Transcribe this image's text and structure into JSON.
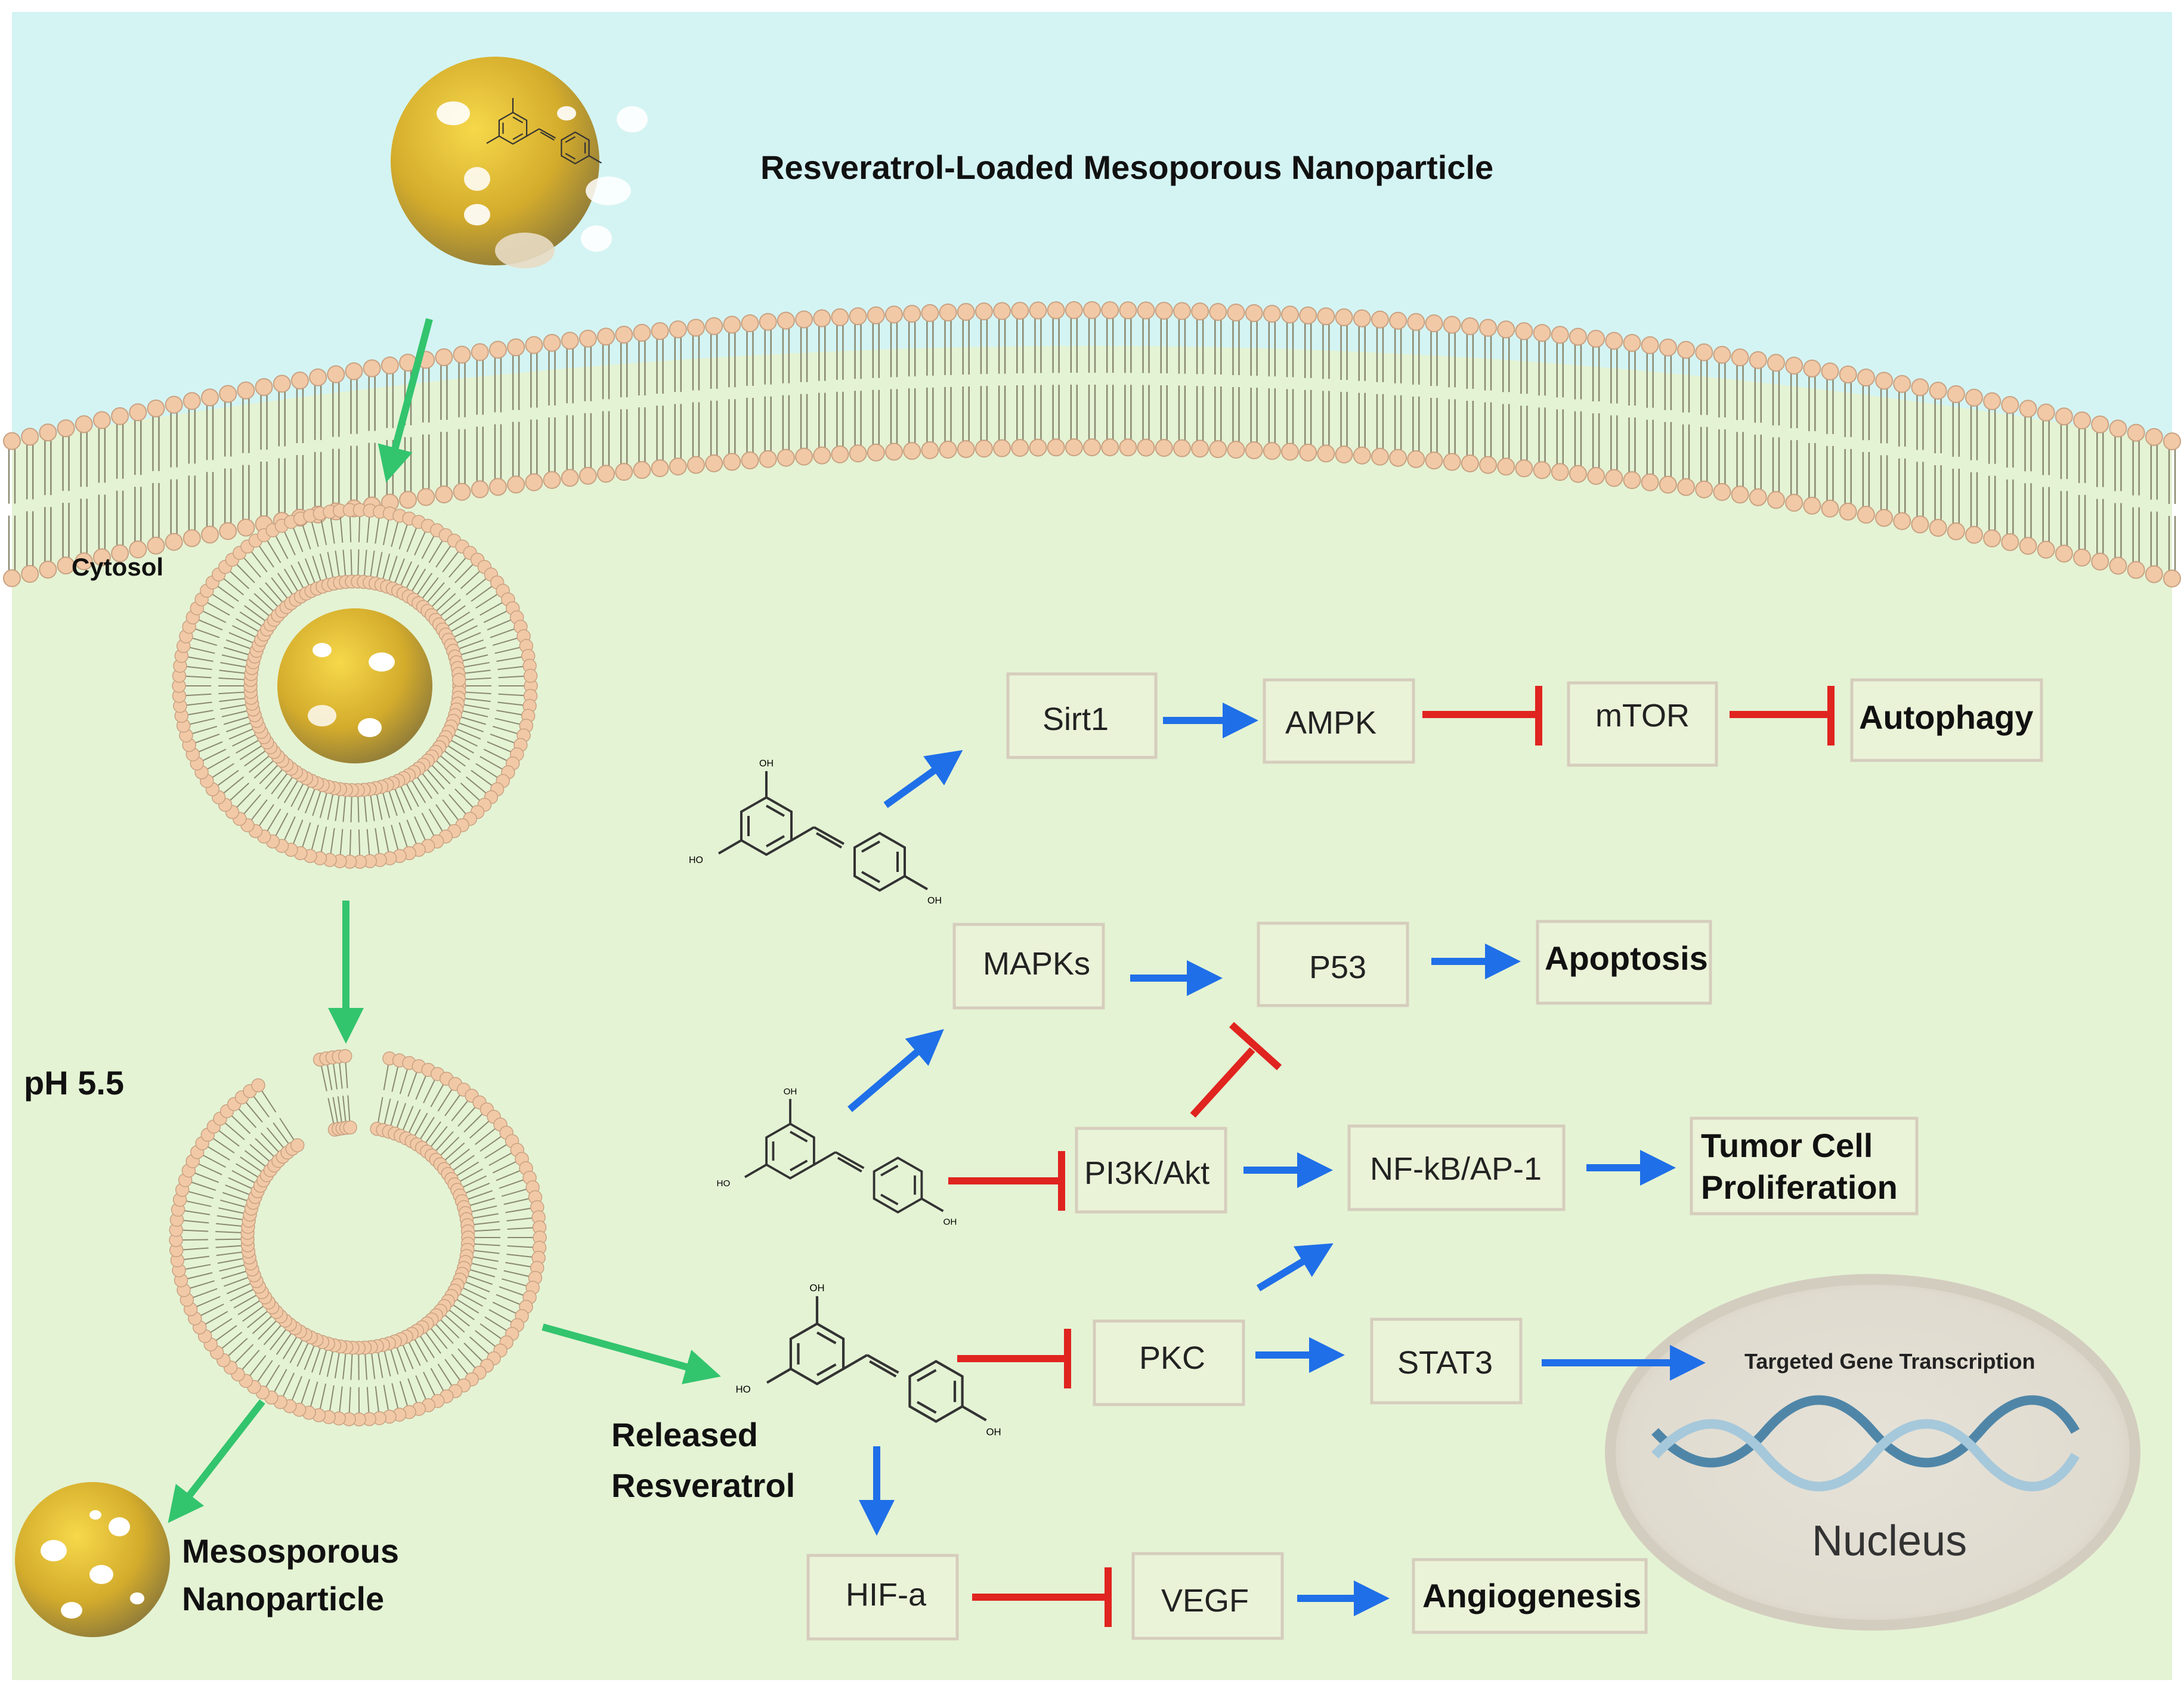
{
  "title": "Resveratrol-Loaded Mesoporous Nanoparticle",
  "compartments": {
    "cytosol": "Cytosol",
    "ph": "pH 5.5",
    "released": [
      "Released",
      "Resveratrol"
    ],
    "mesoporous": [
      "Mesosporous",
      "Nanoparticle"
    ],
    "nucleus": "Nucleus",
    "transcription": "Targeted Gene Transcription"
  },
  "nodes": {
    "sirt1": "Sirt1",
    "ampk": "AMPK",
    "mtor": "mTOR",
    "autophagy": "Autophagy",
    "mapks": "MAPKs",
    "p53": "P53",
    "apoptosis": "Apoptosis",
    "pi3k": "PI3K/Akt",
    "nfkb": "NF-kB/AP-1",
    "tumor": [
      "Tumor Cell",
      "Proliferation"
    ],
    "pkc": "PKC",
    "stat3": "STAT3",
    "hif": "HIF-a",
    "vegf": "VEGF",
    "angiogenesis": "Angiogenesis"
  },
  "molecule_labels": {
    "oh": "OH",
    "ho": "HO"
  },
  "colors": {
    "extracellular": "#d4f4f3",
    "cytosol": "#e4f3d4",
    "activation": "#1f6fe8",
    "inhibition": "#e0241f",
    "process": "#33c46e",
    "lipid_head": "#f2c9a7",
    "nanoparticle": "#d9b232"
  },
  "edges": [
    {
      "from": "resveratrol",
      "to": "sirt1",
      "type": "activation"
    },
    {
      "from": "sirt1",
      "to": "ampk",
      "type": "activation"
    },
    {
      "from": "ampk",
      "to": "mtor",
      "type": "inhibition"
    },
    {
      "from": "mtor",
      "to": "autophagy",
      "type": "inhibition"
    },
    {
      "from": "resveratrol",
      "to": "mapks",
      "type": "activation"
    },
    {
      "from": "mapks",
      "to": "p53",
      "type": "activation"
    },
    {
      "from": "p53",
      "to": "apoptosis",
      "type": "activation"
    },
    {
      "from": "resveratrol",
      "to": "pi3k",
      "type": "inhibition"
    },
    {
      "from": "pi3k",
      "to": "p53",
      "type": "inhibition"
    },
    {
      "from": "pi3k",
      "to": "nfkb",
      "type": "activation"
    },
    {
      "from": "nfkb",
      "to": "tumor",
      "type": "activation"
    },
    {
      "from": "resveratrol",
      "to": "pkc",
      "type": "inhibition"
    },
    {
      "from": "pkc",
      "to": "nfkb",
      "type": "activation"
    },
    {
      "from": "pkc",
      "to": "stat3",
      "type": "activation"
    },
    {
      "from": "stat3",
      "to": "transcription",
      "type": "activation"
    },
    {
      "from": "resveratrol",
      "to": "hif",
      "type": "activation"
    },
    {
      "from": "hif",
      "to": "vegf",
      "type": "inhibition"
    },
    {
      "from": "vegf",
      "to": "angiogenesis",
      "type": "activation"
    }
  ]
}
